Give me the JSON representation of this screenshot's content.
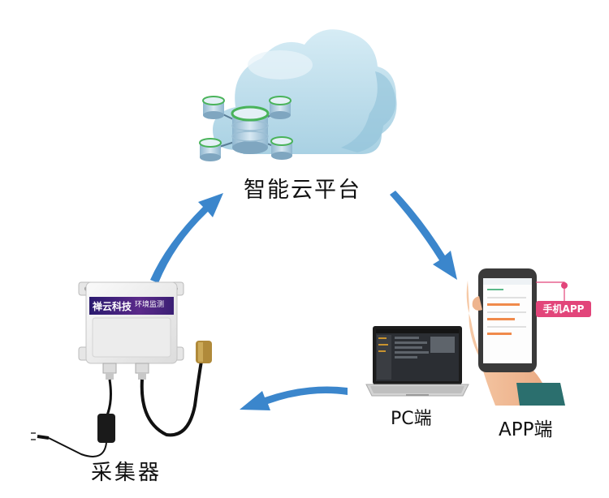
{
  "nodes": {
    "cloud_platform": "智能云平台",
    "collector": "采集器",
    "pc_client": "PC端",
    "app_client": "APP端"
  },
  "phone_badge": "手机APP",
  "device_brand": {
    "name": "禅云科技",
    "subtitle": "环境监测"
  },
  "colors": {
    "arrow": "#3b86cc",
    "cloud": "#b9dcea",
    "badge": "#e2457a",
    "device_body": "#f1f1f1"
  }
}
